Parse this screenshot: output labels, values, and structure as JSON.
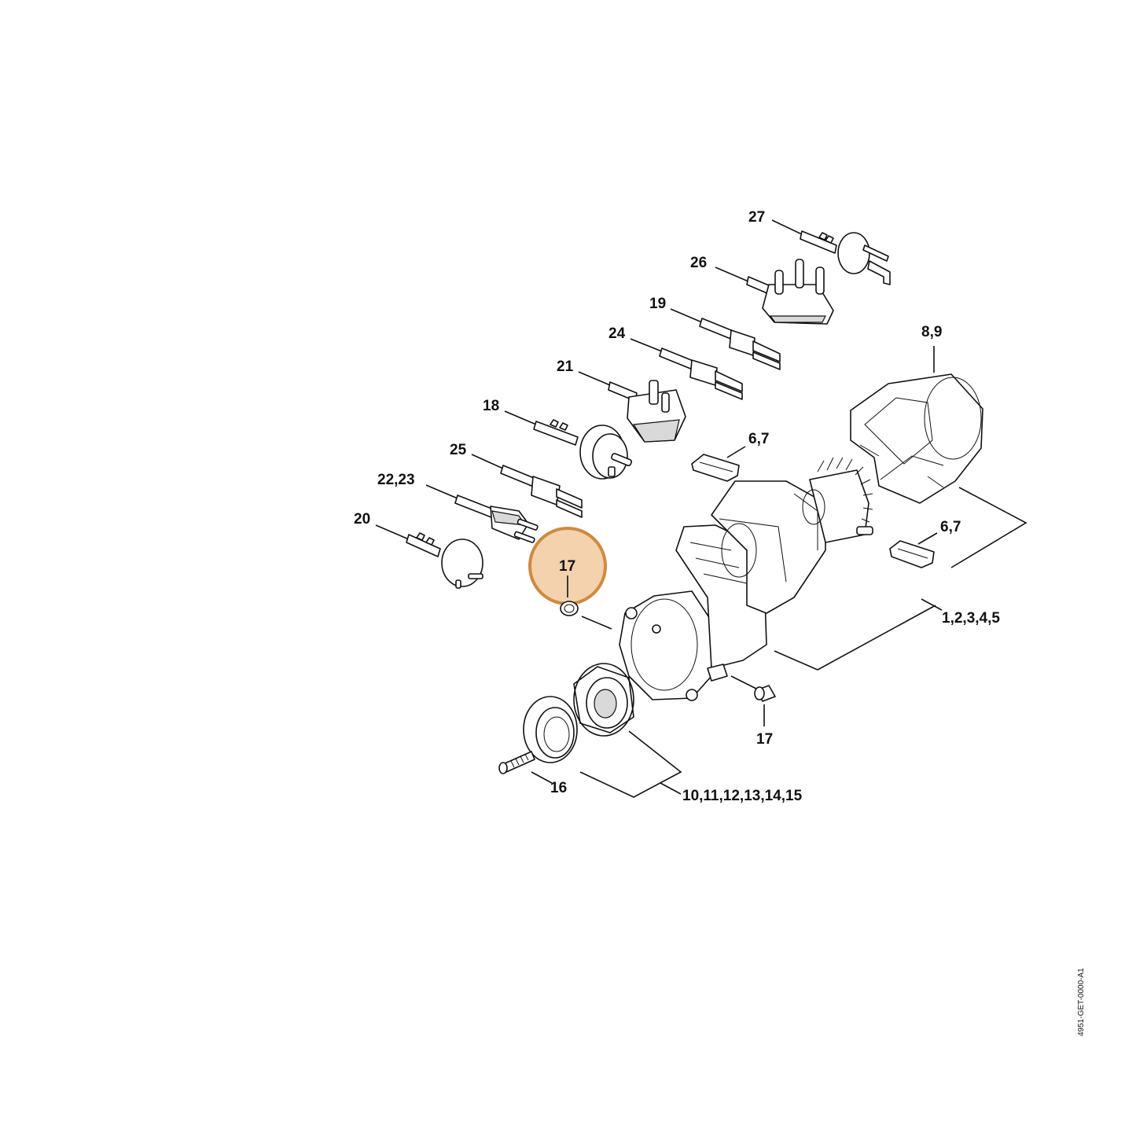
{
  "labels": {
    "p27": "27",
    "p26": "26",
    "p19": "19",
    "p24": "24",
    "p21": "21",
    "p18": "18",
    "p25": "25",
    "p22_23": "22,23",
    "p20": "20",
    "p17_highlight": "17",
    "p17_lower": "17",
    "p16": "16",
    "p8_9": "8,9",
    "p6_7_upper": "6,7",
    "p6_7_lower": "6,7",
    "p1_5": "1,2,3,4,5",
    "p10_15": "10,11,12,13,14,15"
  },
  "document_code": "4951-GET-0000-A1",
  "colors": {
    "highlight_fill": "#f3d2ad",
    "highlight_stroke": "#d0893f",
    "line": "#111111"
  }
}
